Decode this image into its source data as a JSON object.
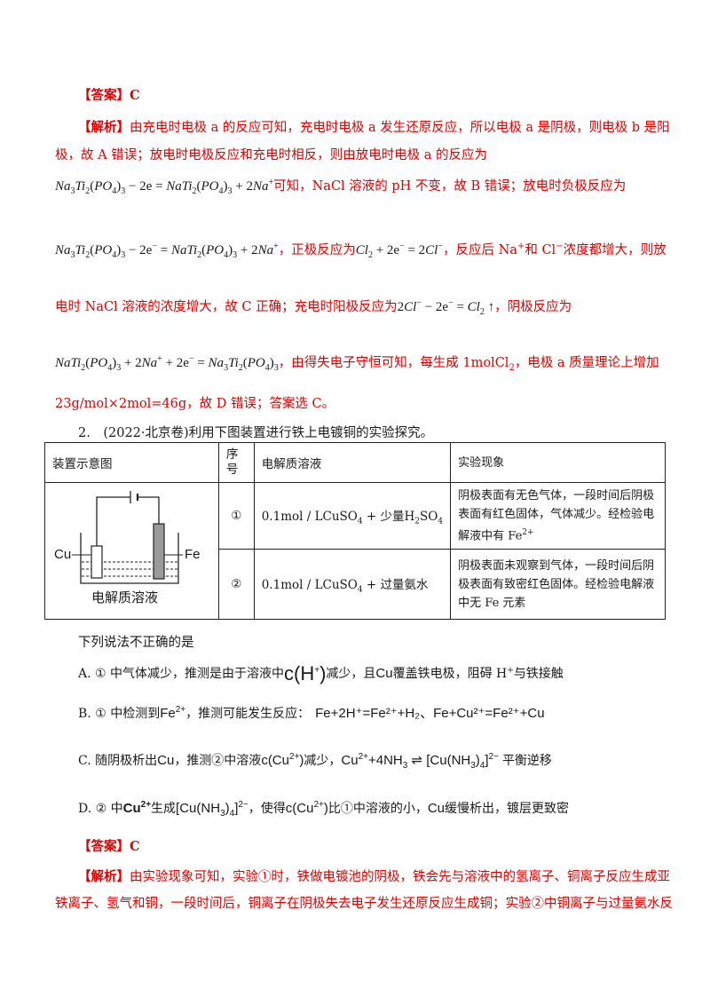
{
  "answer1": {
    "tag": "【答案】",
    "value": "C"
  },
  "analysis1": {
    "tag": "【解析】",
    "line1": "由充电时电极 a 的反应可知，充电时电极 a 发生还原反应，所以电极 a 是阴极，则电极 b 是阳",
    "line2": "极，故 A 错误；放电时电极反应和充电时相反，则由放电时电极 a 的反应为",
    "line3_text": "可知，NaCl 溶液的 pH 不变，故 B 错误；放电时负极反应为",
    "line4_text_a": "，正极反应为",
    "line4_text_b": "，反应后 Na",
    "line4_text_c": "和 Cl",
    "line4_text_d": "浓度都增大，则放",
    "line5_text_a": "电时 NaCl 溶液的浓度增大，故 C 正确；充电时阳极反应为",
    "line5_text_b": "，阴极反应为",
    "line6_text": "，由得失电子守恒可知，每生成 1molCl",
    "line6_text_b": "，电极 a 质量理论上增加",
    "line7": "23g/mol×2mol=46g，故 D 错误；答案选 C。"
  },
  "question2": {
    "stem": "2.　(2022·北京卷)利用下图装置进行铁上电镀铜的实验探究。",
    "table": {
      "headers": [
        "装置示意图",
        "序号",
        "电解质溶液",
        "实验现象"
      ],
      "diagram": {
        "left_label": "Cu",
        "right_label": "Fe",
        "caption": "电解质溶液"
      },
      "rows": [
        {
          "no": "①",
          "solution_a": "0.1mol / LCuSO",
          "solution_b": " + 少量H",
          "solution_c": "SO",
          "phenomenon_a": "阴极表面有无色气体，一段时间后阴极表面有红色固体，气体减少。经检验电解液中有 Fe"
        },
        {
          "no": "②",
          "solution_a": "0.1mol / LCuSO",
          "solution_b": " + 过量氨水",
          "phenomenon_a": "阴极表面未观察到气体，一段时间后阴极表面有致密红色固体。经检验电解液中无 Fe 元素"
        }
      ]
    },
    "prompt": "下列说法不正确的是",
    "options": {
      "A_a": "A. ① 中气体减少，推测是由于溶液中",
      "A_b": "减少，且",
      "A_c": "覆盖铁电极，阻碍 H",
      "A_d": "与铁接触",
      "B_a": "B. ① 中检测到",
      "B_b": "，推测可能发生反应：",
      "B_eq": "Fe+2H⁺=Fe²⁺+H₂、Fe+Cu²⁺=Fe²⁺+Cu",
      "C_a": "C. 随阴极析出",
      "C_b": "，推测②中溶液",
      "C_c": "减少，",
      "C_d": "平衡逆移",
      "D_a": "D. ② 中",
      "D_b": "生成",
      "D_c": "，使得",
      "D_d": "比①中溶液的小，",
      "D_e": "缓慢析出，镀层更致密"
    }
  },
  "answer2": {
    "tag": "【答案】",
    "value": "C"
  },
  "analysis2": {
    "tag": "【解析】",
    "line1": "由实验现象可知，实验①时，铁做电镀池的阴极，铁会先与溶液中的氢离子、铜离子反应生成亚",
    "line2": "铁离子、氢气和铜，一段时间后，铜离子在阴极失去电子发生还原反应生成铜；实验②中铜离子与过量氨水反"
  }
}
